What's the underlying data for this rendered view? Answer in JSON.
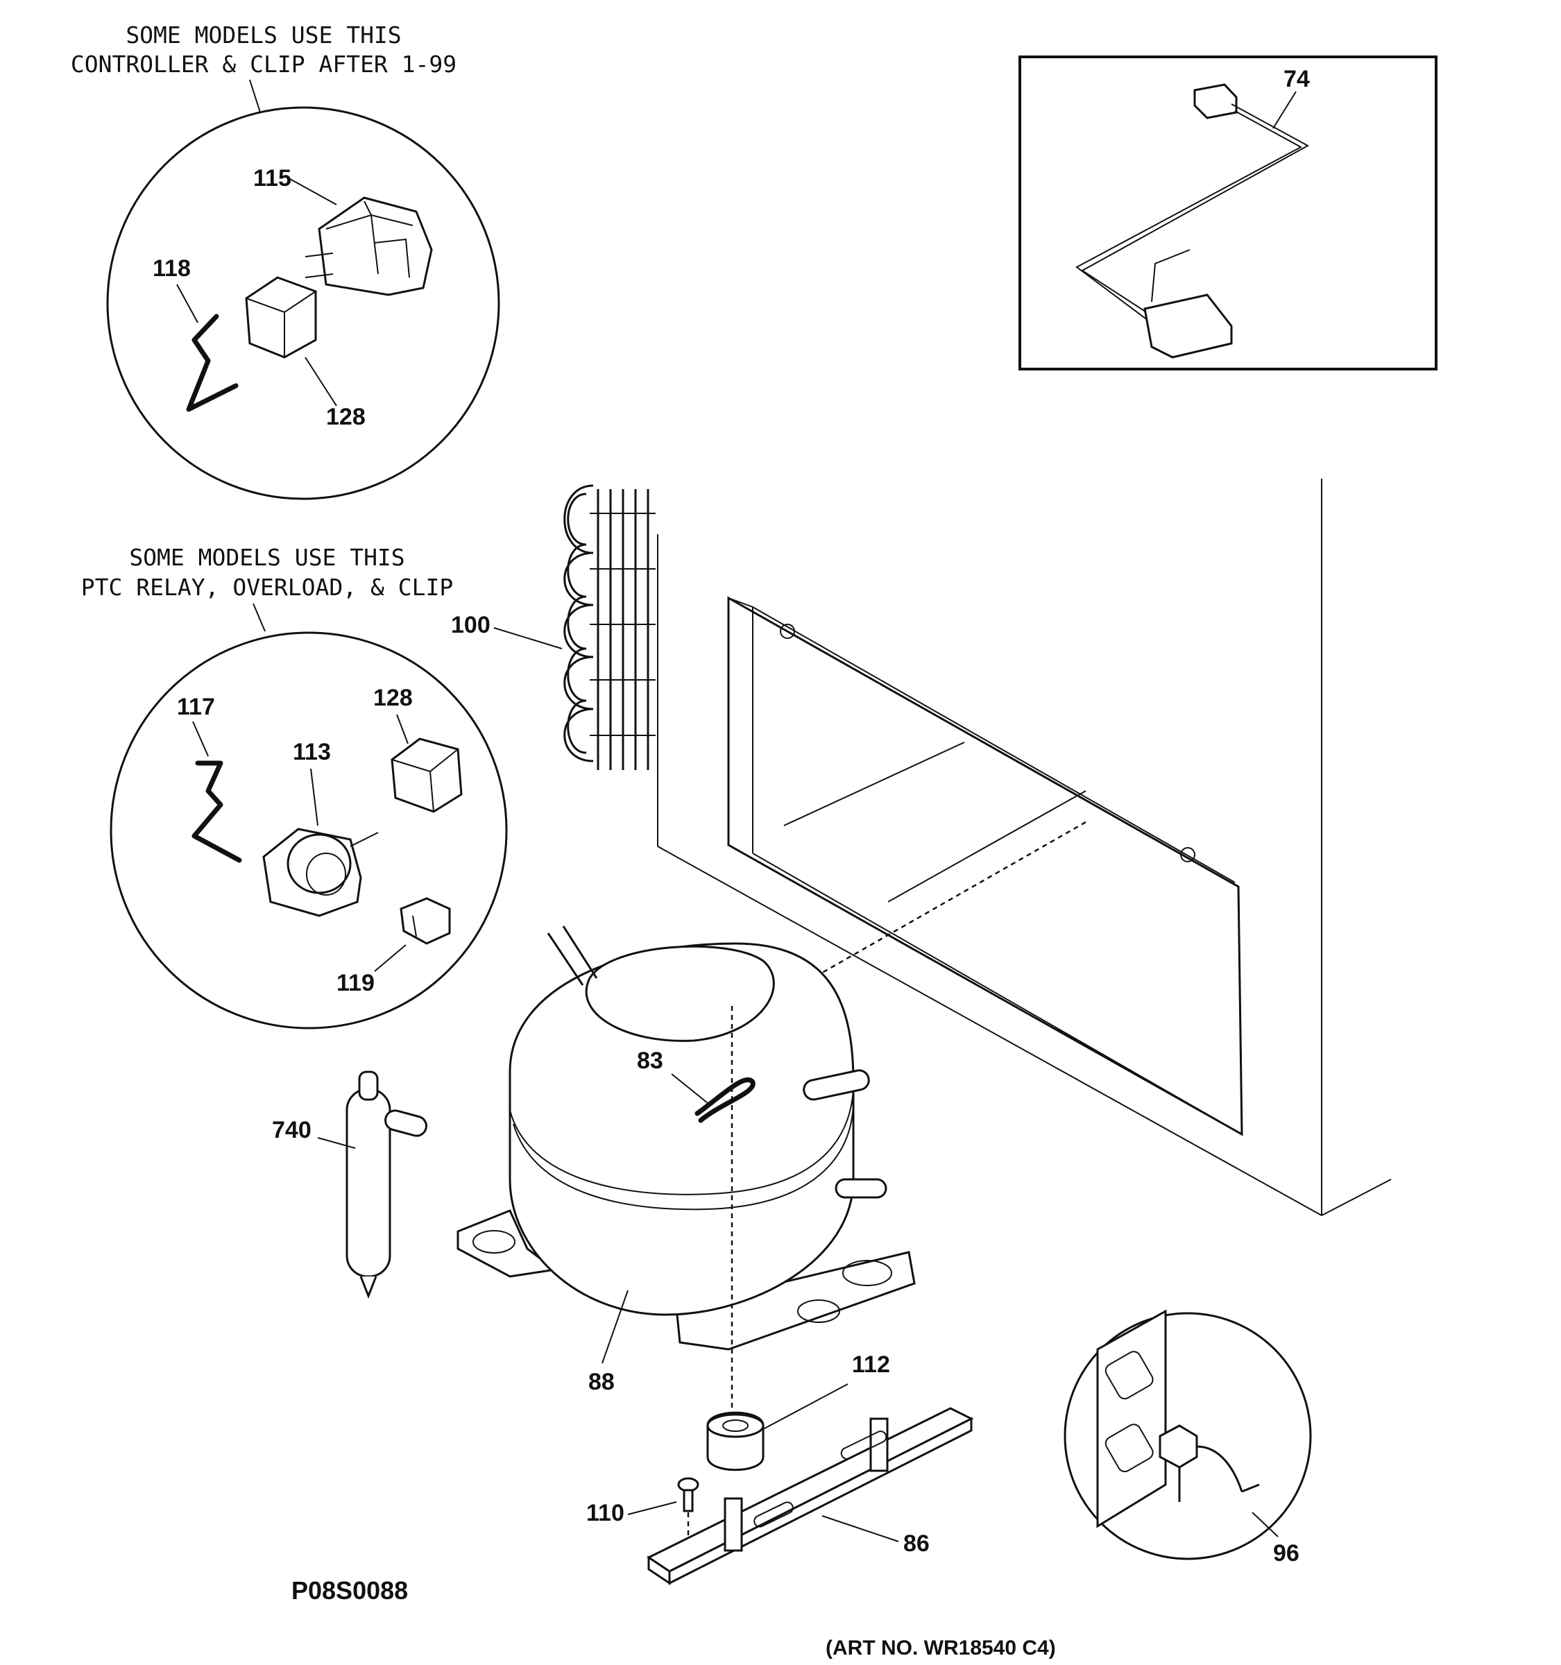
{
  "captions": {
    "controller_line1": "SOME MODELS USE THIS",
    "controller_line2": "CONTROLLER & CLIP AFTER 1-99",
    "ptc_line1": "SOME MODELS USE THIS",
    "ptc_line2": "PTC RELAY, OVERLOAD, & CLIP"
  },
  "callouts": {
    "c74": "74",
    "c115": "115",
    "c118": "118",
    "c128a": "128",
    "c100": "100",
    "c117": "117",
    "c128b": "128",
    "c113": "113",
    "c119": "119",
    "c83": "83",
    "c740": "740",
    "c88": "88",
    "c112": "112",
    "c110": "110",
    "c86": "86",
    "c96": "96"
  },
  "drawing_code": "P08S0088",
  "art_number": "(ART NO. WR18540 C4)"
}
